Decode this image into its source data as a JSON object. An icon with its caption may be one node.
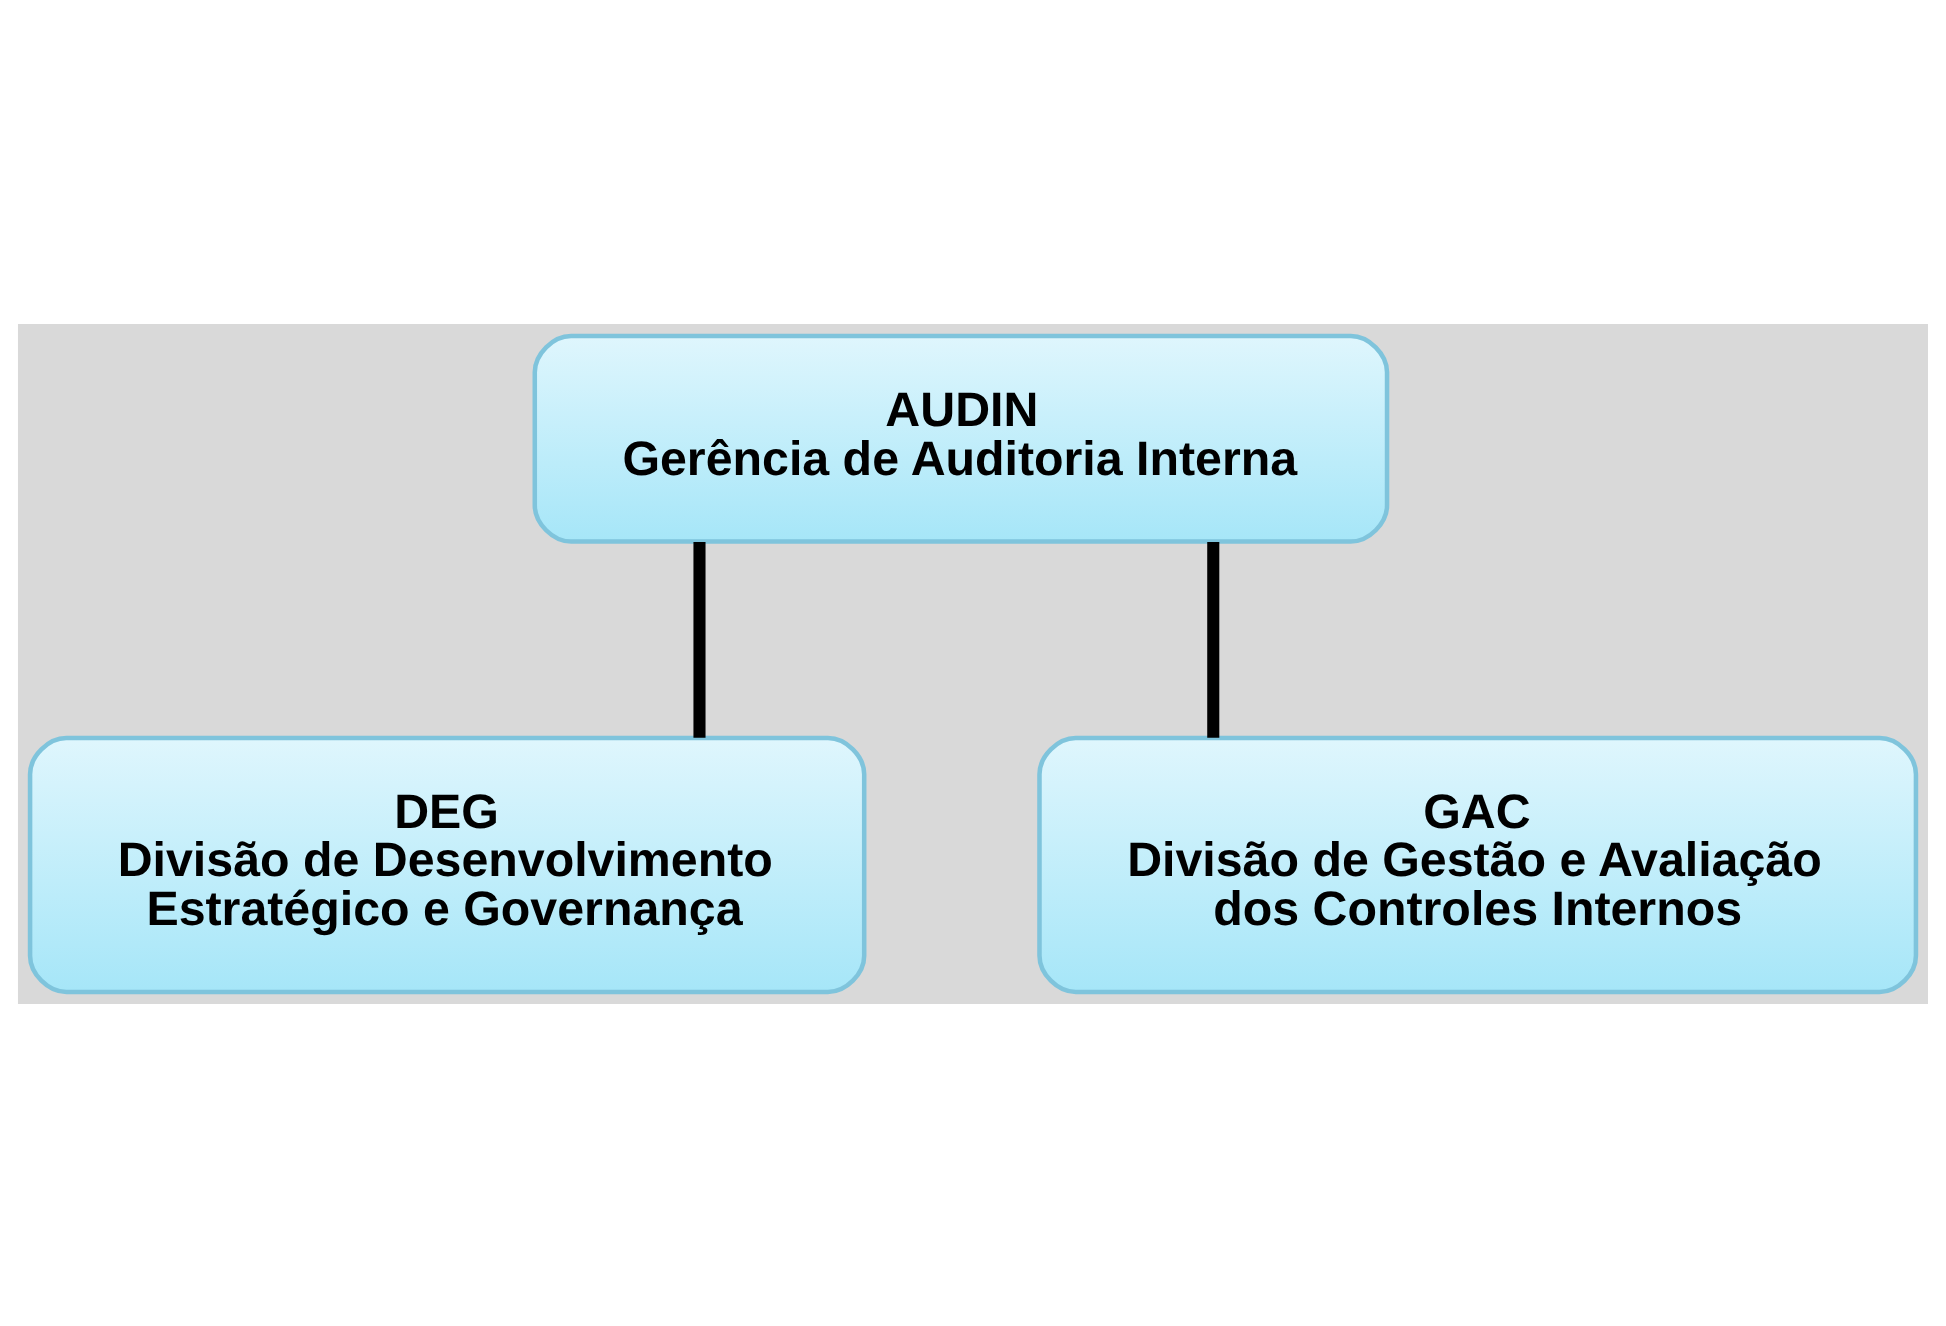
{
  "diagram": {
    "nodes": [
      {
        "text": [
          "AUDIN",
          "Gerência de Auditoria Interna"
        ]
      },
      {
        "text": [
          "DEG",
          "Divisão de Desenvolvimento Estratégico e Governança"
        ]
      },
      {
        "text": [
          "GAC",
          "Divisão de Gestão e Avaliação dos Controles Internos"
        ]
      }
    ],
    "edges": [
      {
        "from": 0,
        "to": 1,
        "arrow": "none"
      },
      {
        "from": 0,
        "to": 2,
        "arrow": "none"
      }
    ]
  }
}
